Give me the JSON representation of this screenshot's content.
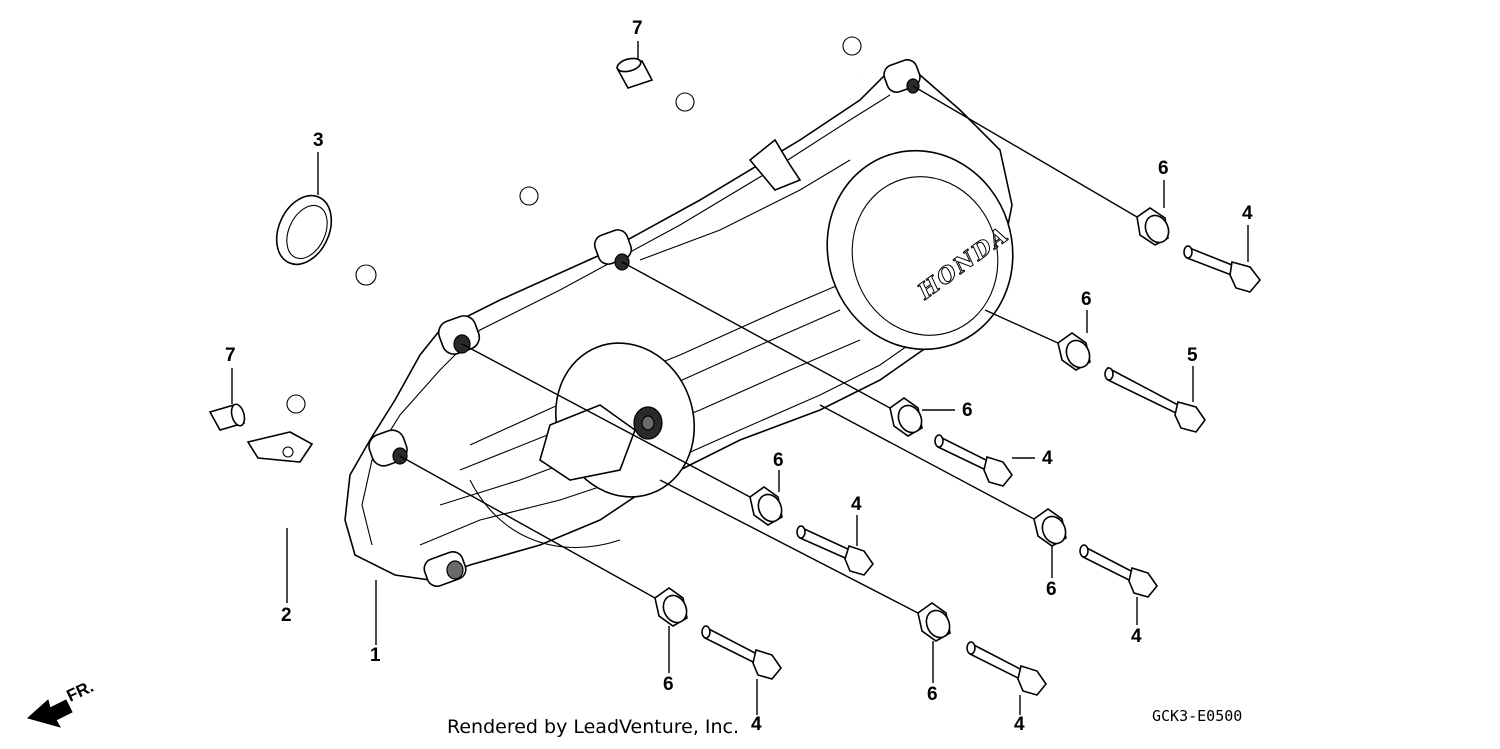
{
  "footer": {
    "text": "Rendered by LeadVenture, Inc."
  },
  "diagram_code": "GCK3-E0500",
  "cover_logo": "HONDA",
  "front_indicator": "FR.",
  "callouts": {
    "c1": "1",
    "c2": "2",
    "c3": "3",
    "c7a": "7",
    "c7b": "7",
    "c6a": "6",
    "c6b": "6",
    "c6c": "6",
    "c6d": "6",
    "c6e": "6",
    "c6f": "6",
    "c6g": "6",
    "c4a": "4",
    "c4b": "4",
    "c4c": "4",
    "c4d": "4",
    "c4e": "4",
    "c4f": "4",
    "c5": "5"
  }
}
